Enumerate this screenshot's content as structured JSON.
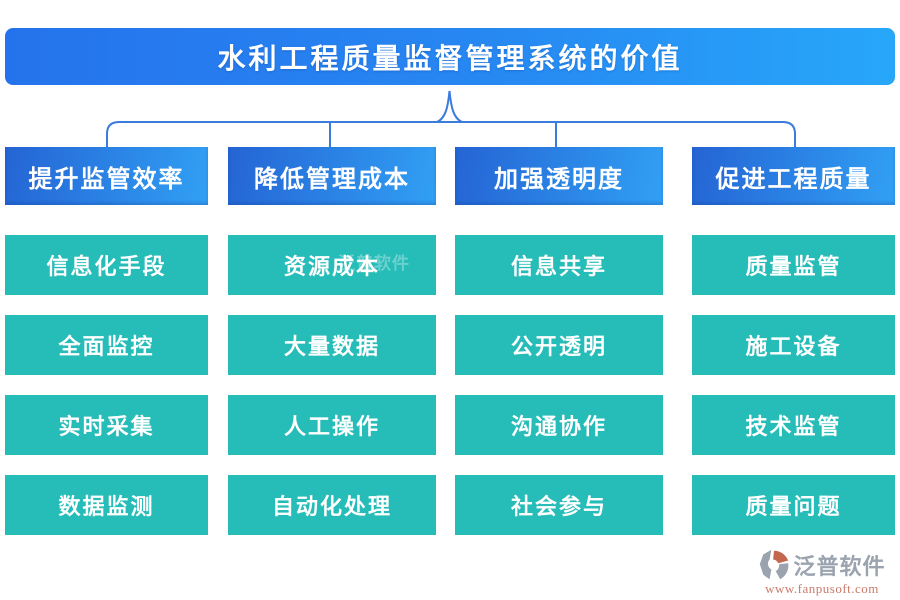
{
  "title": "水利工程质量监督管理系统的价值",
  "columns": [
    {
      "header": "提升监管效率",
      "items": [
        "信息化手段",
        "全面监控",
        "实时采集",
        "数据监测"
      ]
    },
    {
      "header": "降低管理成本",
      "items": [
        "资源成本",
        "大量数据",
        "人工操作",
        "自动化处理"
      ]
    },
    {
      "header": "加强透明度",
      "items": [
        "信息共享",
        "公开透明",
        "沟通协作",
        "社会参与"
      ]
    },
    {
      "header": "促进工程质量",
      "items": [
        "质量监管",
        "施工设备",
        "技术监管",
        "质量问题"
      ]
    }
  ],
  "watermark": {
    "text": "泛普软件"
  },
  "logo": {
    "name": "泛普软件",
    "url": "www.fanpusoft.com",
    "icon": "fanpu-logo-icon"
  },
  "colors": {
    "banner_gradient_left": "#2573EC",
    "banner_gradient_right": "#27A7FA",
    "header_gradient_left": "#2564D4",
    "header_gradient_right": "#31A0F4",
    "item_teal": "#26BCB8",
    "connector_blue": "#3B7CDD",
    "logo_gray": "#9AA3AE",
    "logo_red": "#C97B6B",
    "text_white": "#FFFFFF",
    "background": "#FFFFFF"
  }
}
